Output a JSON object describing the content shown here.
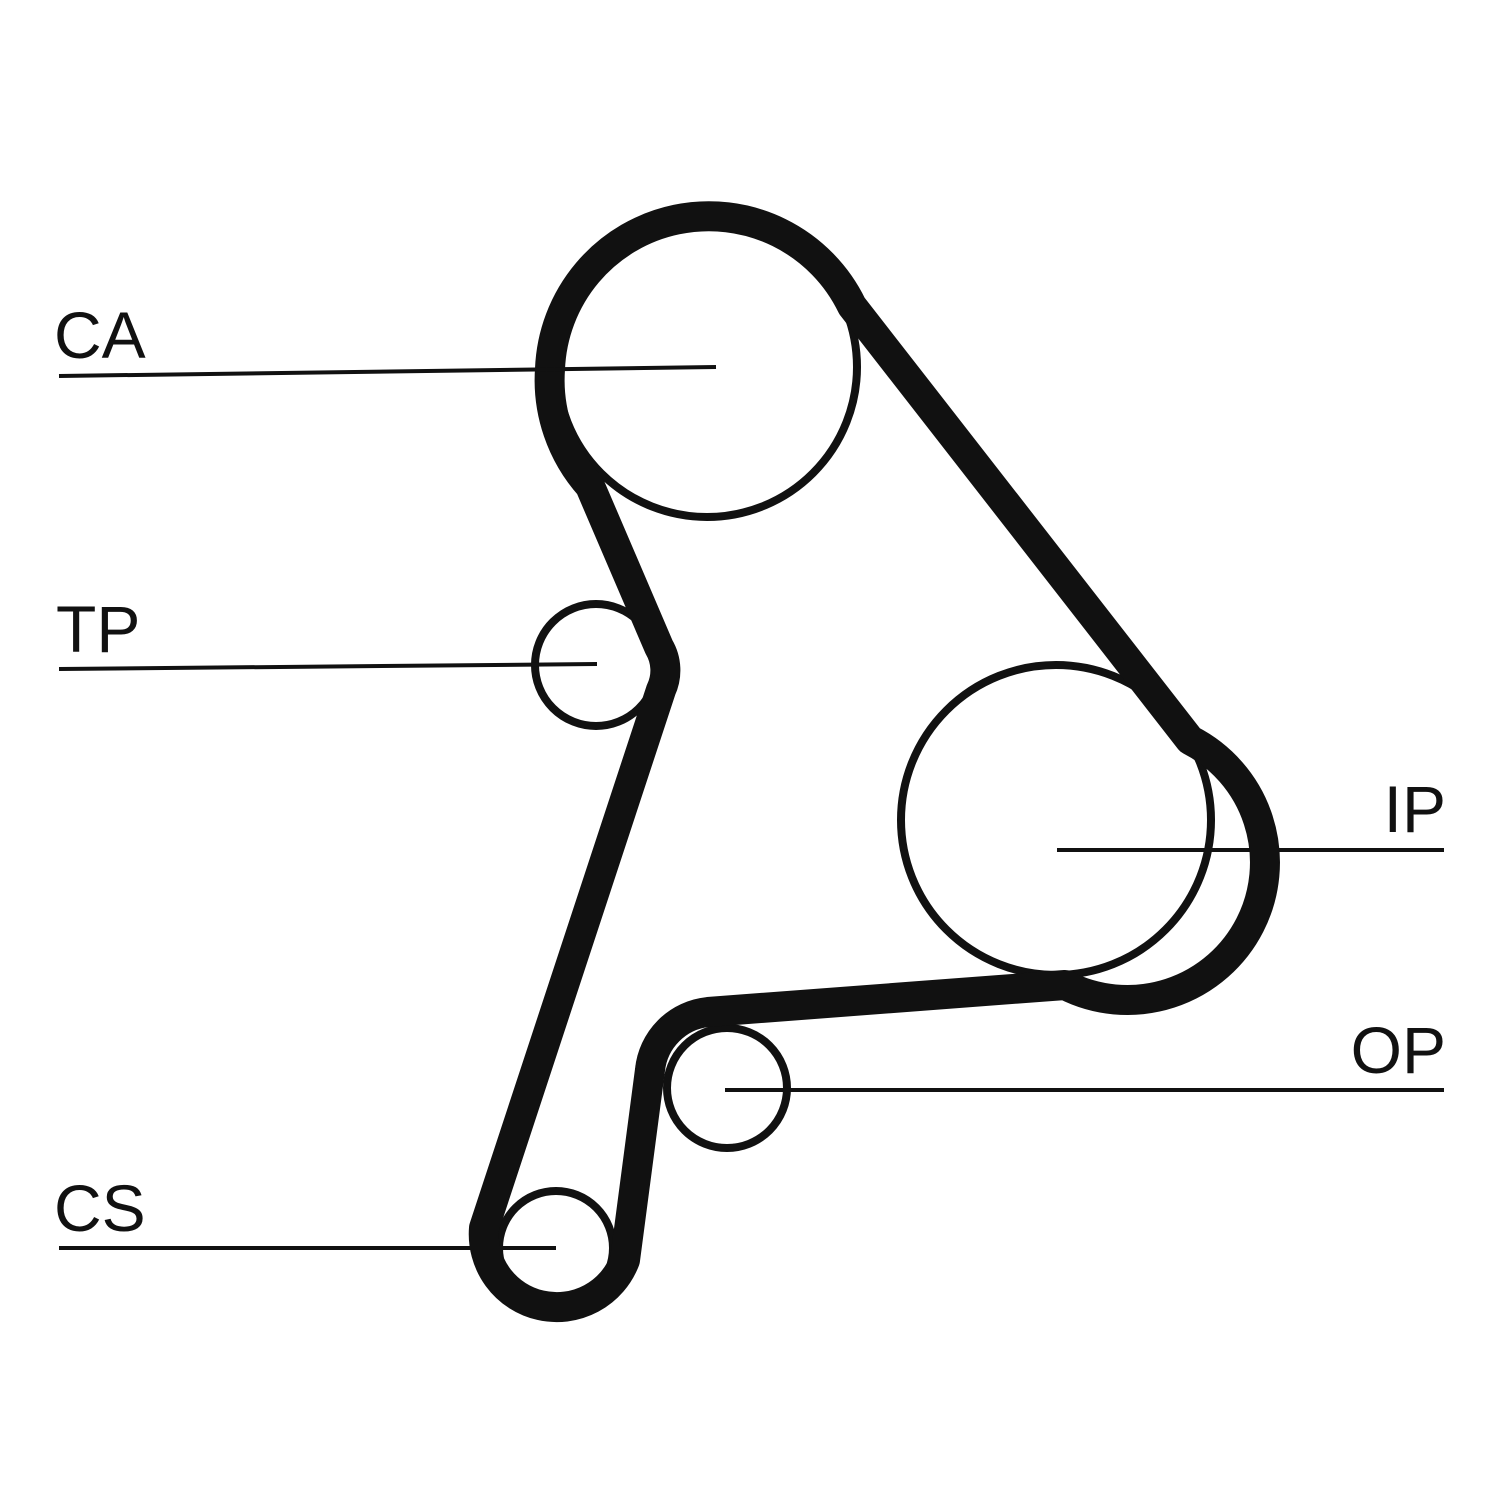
{
  "labels": {
    "ca": "CA",
    "tp": "TP",
    "ip": "IP",
    "op": "OP",
    "cs": "CS"
  },
  "colors": {
    "line": "#111111",
    "background": "#ffffff"
  }
}
